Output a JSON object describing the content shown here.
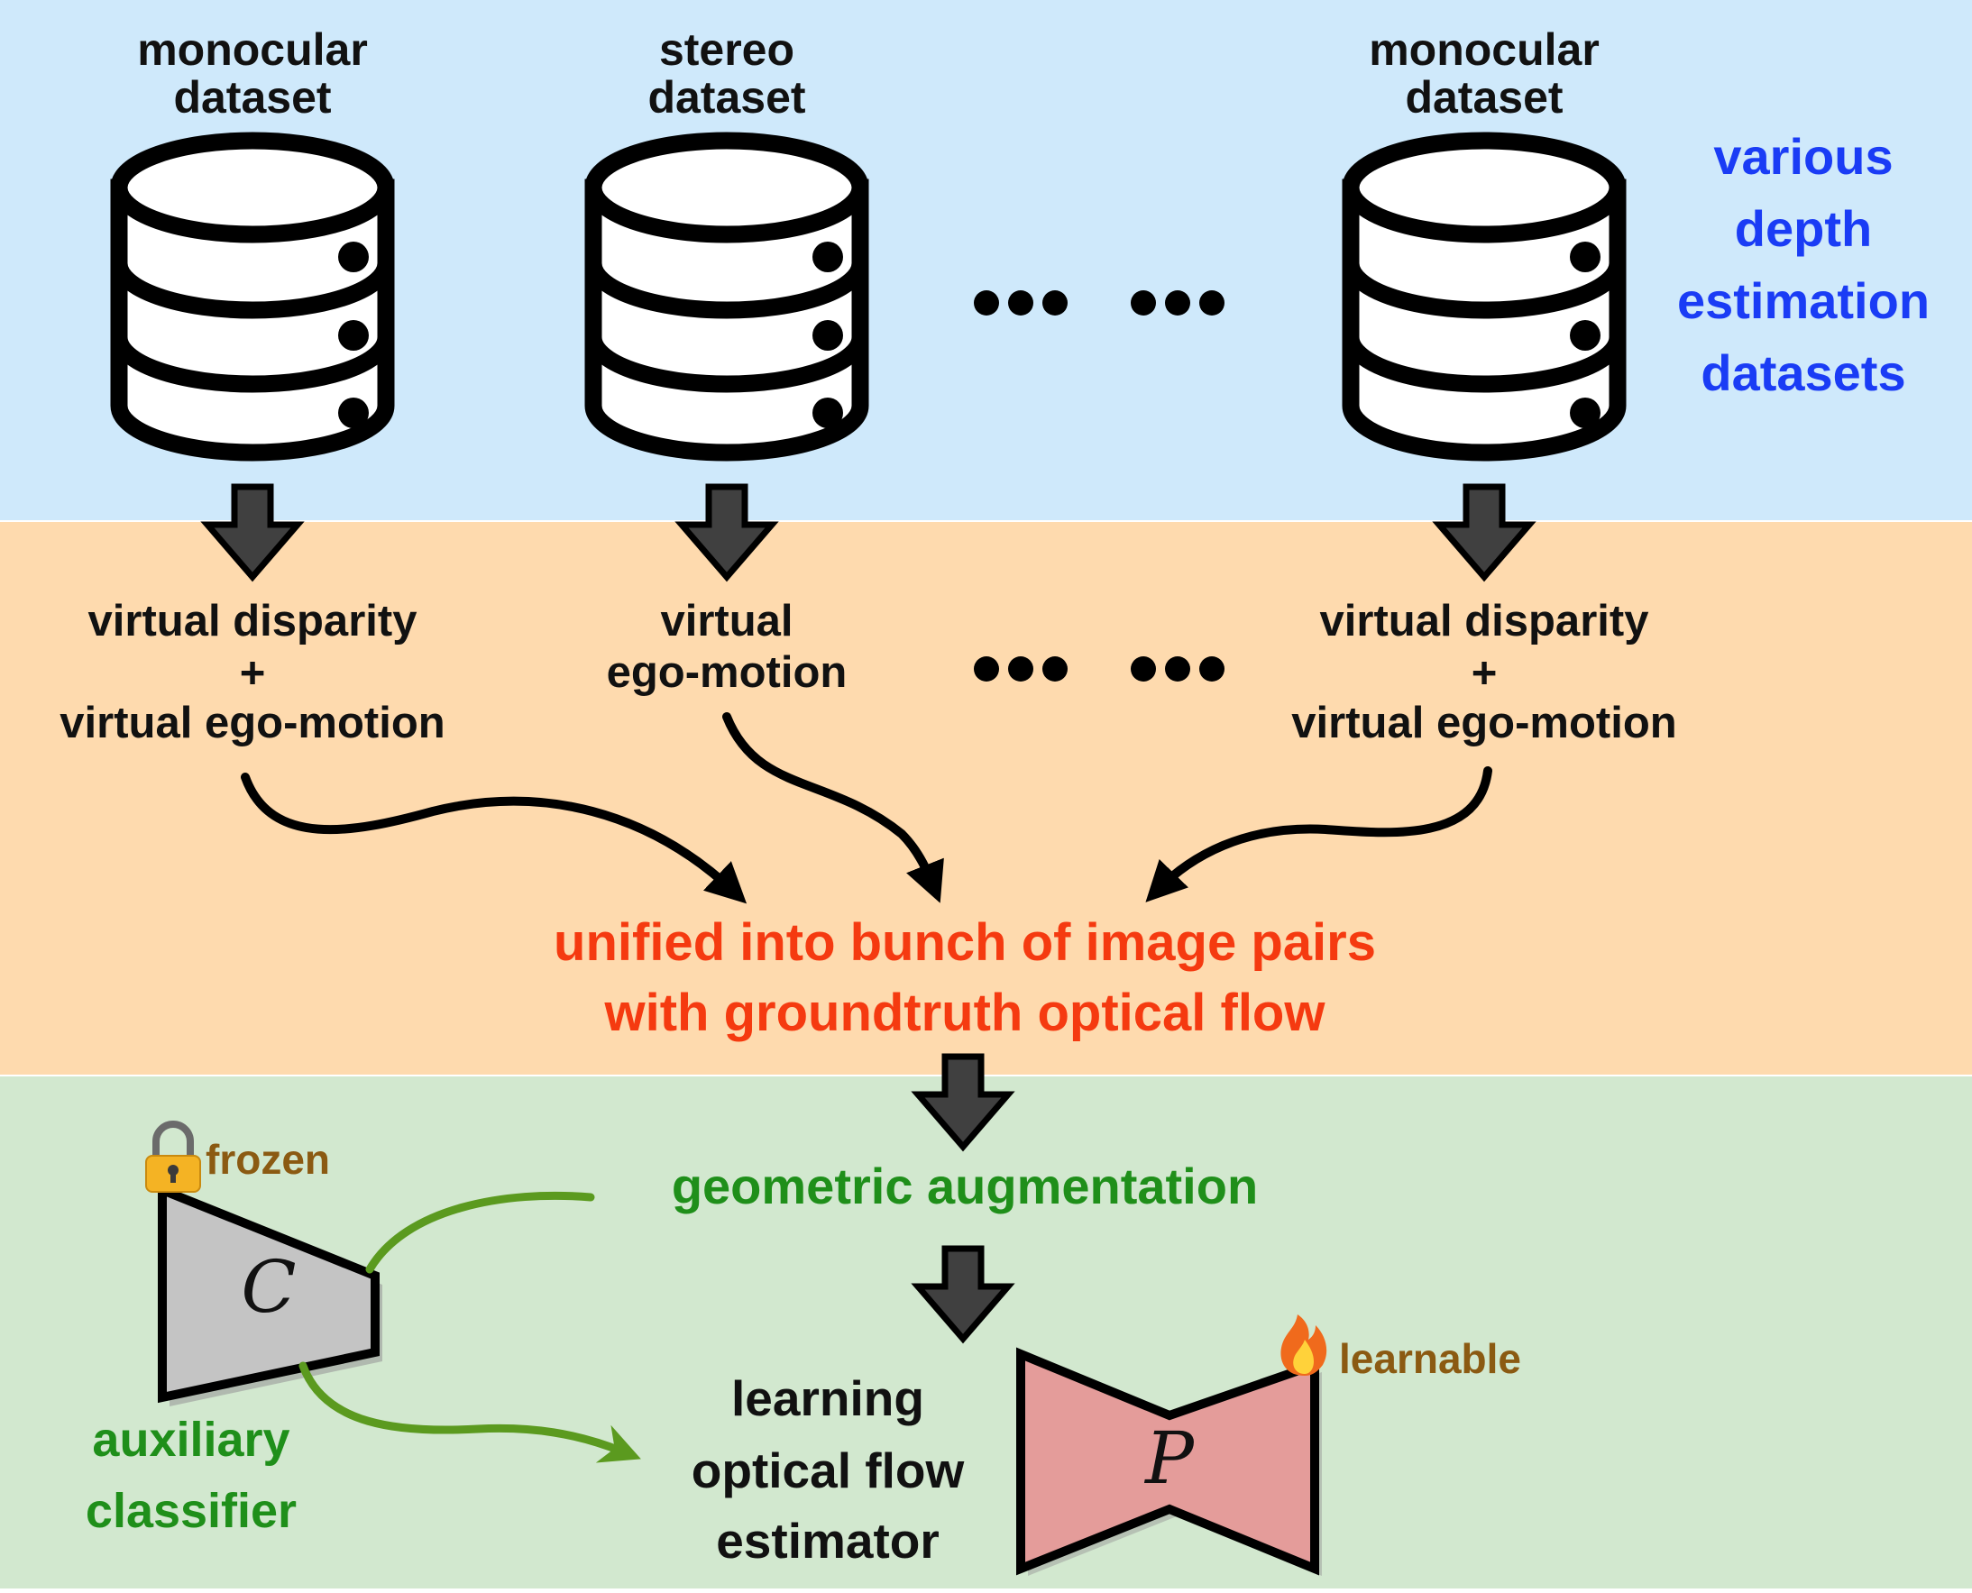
{
  "colors": {
    "band_top": "#cfe9fb",
    "band_middle": "#fedaae",
    "band_bottom": "#d2e8cf",
    "blue_text": "#1a3cf5",
    "red_text": "#f53a10",
    "green_text": "#1f8f1a",
    "brown_text": "#8b5a12",
    "classifier_fill": "#c4c4c4",
    "estimator_fill": "#e49c9a"
  },
  "datasets": [
    {
      "name": "monocular-dataset-1",
      "line1": "monocular",
      "line2": "dataset",
      "icon": "database-icon"
    },
    {
      "name": "stereo-dataset",
      "line1": "stereo",
      "line2": "dataset",
      "icon": "database-icon"
    },
    {
      "name": "monocular-dataset-2",
      "line1": "monocular",
      "line2": "dataset",
      "icon": "database-icon"
    }
  ],
  "datasets_caption": [
    "various",
    "depth",
    "estimation",
    "datasets"
  ],
  "conversions": [
    {
      "line1": "virtual disparity",
      "line2": "+",
      "line3": "virtual ego-motion"
    },
    {
      "line1": "virtual",
      "line2": "ego-motion"
    },
    {
      "line1": "virtual disparity",
      "line2": "+",
      "line3": "virtual ego-motion"
    }
  ],
  "unified": {
    "line1": "unified into bunch of image pairs",
    "line2": "with groundtruth optical flow"
  },
  "augmentation": "geometric augmentation",
  "classifier": {
    "symbol": "C",
    "badge": "frozen",
    "badge_icon": "lock-icon",
    "line1": "auxiliary",
    "line2": "classifier"
  },
  "estimator": {
    "symbol": "P",
    "badge": "learnable",
    "badge_icon": "flame-icon",
    "line1": "learning",
    "line2": "optical flow",
    "line3": "estimator"
  },
  "ellipsis_icon": "ellipsis-icon",
  "arrow_icon": "down-arrow-icon"
}
